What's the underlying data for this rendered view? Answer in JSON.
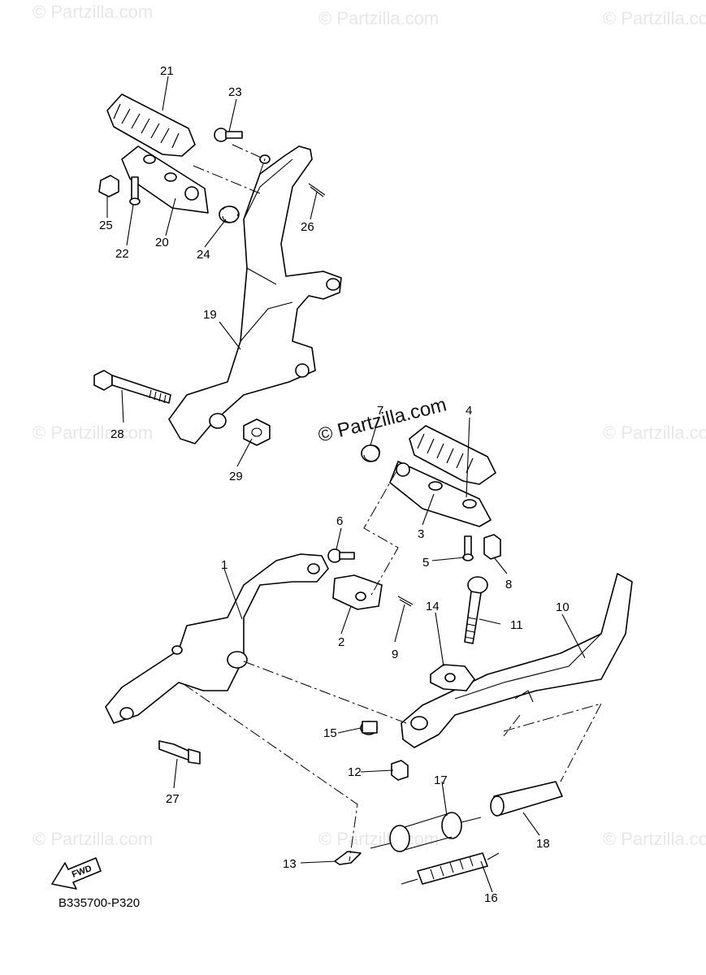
{
  "watermark_text": "© Partzilla.com",
  "brand_text": "© Partzilla.com",
  "diagram_code": "B335700-P320",
  "fwd_label": "FWD",
  "callouts": {
    "c1": "1",
    "c2": "2",
    "c3": "3",
    "c4": "4",
    "c5": "5",
    "c6": "6",
    "c7": "7",
    "c8": "8",
    "c9": "9",
    "c10": "10",
    "c11": "11",
    "c12": "12",
    "c13": "13",
    "c14": "14",
    "c15": "15",
    "c16": "16",
    "c17": "17",
    "c18": "18",
    "c19": "19",
    "c20": "20",
    "c21": "21",
    "c22": "22",
    "c23": "23",
    "c24": "24",
    "c25": "25",
    "c26": "26",
    "c27": "27",
    "c28": "28",
    "c29": "29"
  }
}
